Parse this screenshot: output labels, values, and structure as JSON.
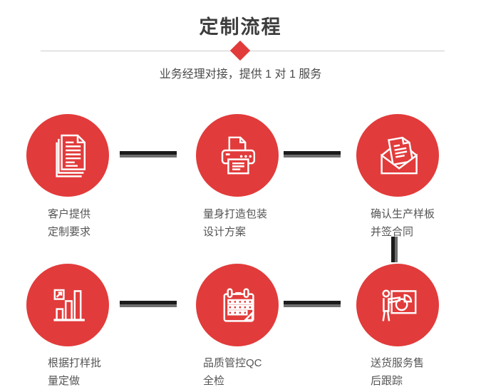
{
  "header": {
    "title": "定制流程",
    "subtitle": "业务经理对接，提供 1 对 1 服务"
  },
  "steps": [
    {
      "line1": "客户提供",
      "line2": "定制要求",
      "icon": "documents-icon"
    },
    {
      "line1": "量身打造包装",
      "line2": "设计方案",
      "icon": "printer-icon"
    },
    {
      "line1": "确认生产样板",
      "line2": "并签合同",
      "icon": "envelope-icon"
    },
    {
      "line1": "根据打样批",
      "line2": "量定做",
      "icon": "bar-chart-icon"
    },
    {
      "line1": "品质管控QC",
      "line2": "全检",
      "icon": "calendar-icon"
    },
    {
      "line1": "送货服务售",
      "line2": "后跟踪",
      "icon": "presentation-icon"
    }
  ],
  "colors": {
    "accent_red": "#e23b3b",
    "connector_black": "#1b1b1b",
    "connector_gray": "#6e6e6e",
    "divider_gray": "#cccccc",
    "title_text": "#3d3d3d",
    "body_text": "#555555"
  }
}
